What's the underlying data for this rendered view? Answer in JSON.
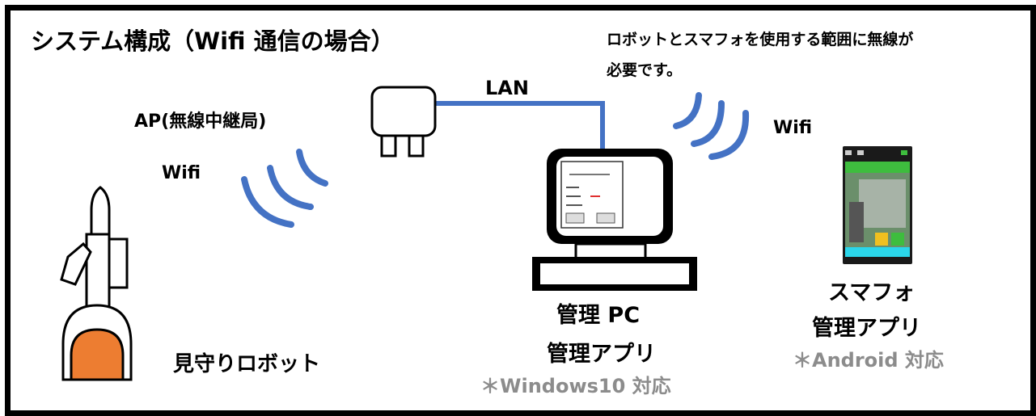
{
  "title": "システム構成（Wifi 通信の場合）",
  "note_line1": "ロボットとスマフォを使用する範囲に無線が",
  "note_line2": "必要です。",
  "ap_label": "AP(無線中継局)",
  "lan_label": "LAN",
  "wifi_left": "Wifi",
  "wifi_right": "Wifi",
  "robot_label": "見守りロボット",
  "pc_line1": "管理 PC",
  "pc_line2": "管理アプリ",
  "pc_note": "＊Windows10 対応",
  "phone_line1": "スマフォ",
  "phone_line2": "管理アプリ",
  "phone_note": "＊Android 対応",
  "colors": {
    "wave": "#4472c4",
    "robot_dome": "#ed7d31",
    "note_gray": "#8c8c8c",
    "phone_green": "#3ebd3e",
    "phone_cyan": "#2bd6ea"
  }
}
